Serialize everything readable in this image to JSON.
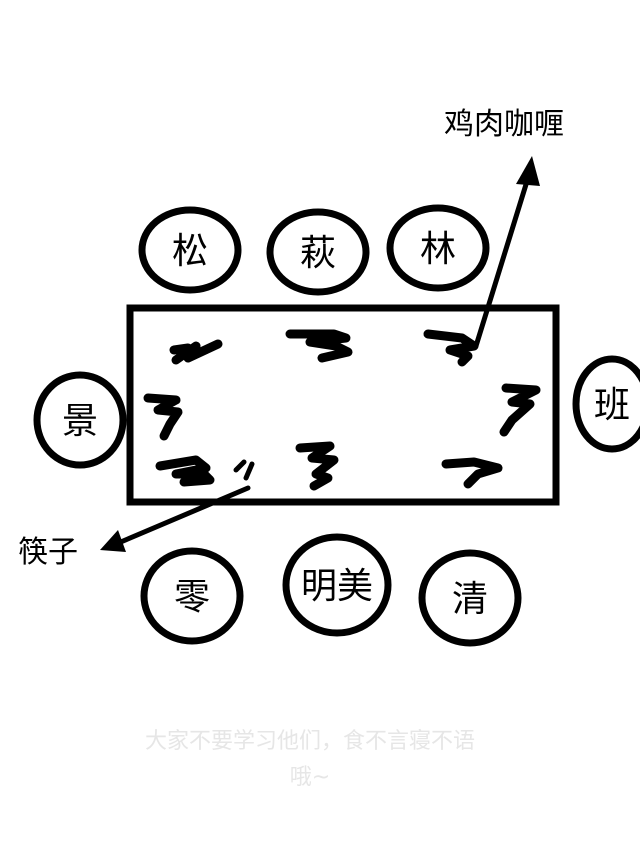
{
  "seats": {
    "top_left": "松",
    "top_middle": "萩",
    "top_right": "林",
    "left": "景",
    "right": "班",
    "bottom_left": "零",
    "bottom_middle": "明美",
    "bottom_right": "清"
  },
  "labels": {
    "curry": "鸡肉咖喱",
    "chopsticks": "筷子"
  },
  "caption": {
    "line1": "大家不要学习他们，食不言寝不语",
    "line2": "哦~"
  },
  "colors": {
    "ink": "#000000",
    "caption": "#e6e6e6",
    "background": "#ffffff"
  }
}
